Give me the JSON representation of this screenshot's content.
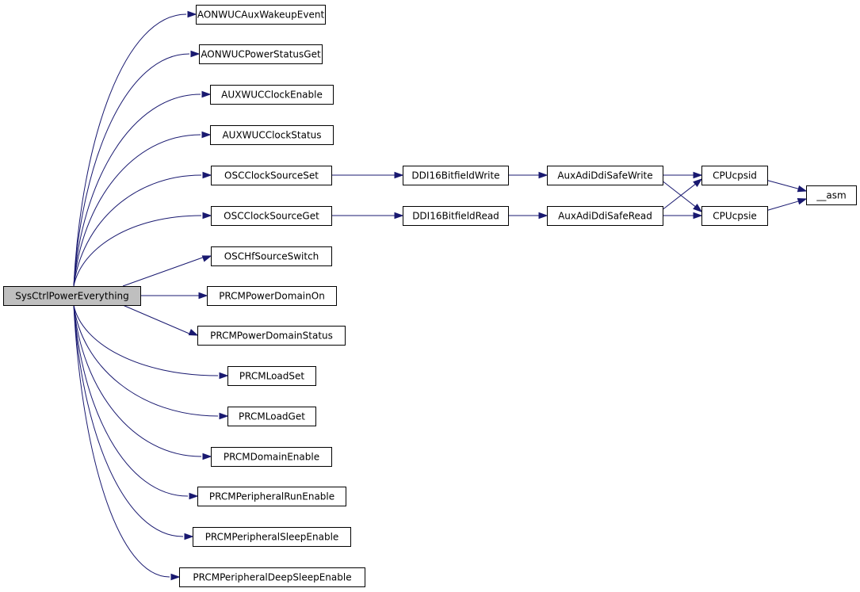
{
  "graph": {
    "edge_color": "#191970",
    "root_fill": "#bfbfbf",
    "nodes": [
      {
        "id": "root",
        "label": "SysCtrlPowerEverything",
        "root": true
      },
      {
        "id": "n1",
        "label": "AONWUCAuxWakeupEvent"
      },
      {
        "id": "n2",
        "label": "AONWUCPowerStatusGet"
      },
      {
        "id": "n3",
        "label": "AUXWUCClockEnable"
      },
      {
        "id": "n4",
        "label": "AUXWUCClockStatus"
      },
      {
        "id": "n5",
        "label": "OSCClockSourceSet"
      },
      {
        "id": "n6",
        "label": "OSCClockSourceGet"
      },
      {
        "id": "n7",
        "label": "OSCHfSourceSwitch"
      },
      {
        "id": "n8",
        "label": "PRCMPowerDomainOn"
      },
      {
        "id": "n9",
        "label": "PRCMPowerDomainStatus"
      },
      {
        "id": "n10",
        "label": "PRCMLoadSet"
      },
      {
        "id": "n11",
        "label": "PRCMLoadGet"
      },
      {
        "id": "n12",
        "label": "PRCMDomainEnable"
      },
      {
        "id": "n13",
        "label": "PRCMPeripheralRunEnable"
      },
      {
        "id": "n14",
        "label": "PRCMPeripheralSleepEnable"
      },
      {
        "id": "n15",
        "label": "PRCMPeripheralDeepSleepEnable"
      },
      {
        "id": "d16w",
        "label": "DDI16BitfieldWrite"
      },
      {
        "id": "d16r",
        "label": "DDI16BitfieldRead"
      },
      {
        "id": "asw",
        "label": "AuxAdiDdiSafeWrite"
      },
      {
        "id": "asr",
        "label": "AuxAdiDdiSafeRead"
      },
      {
        "id": "cpsid",
        "label": "CPUcpsid"
      },
      {
        "id": "cpsie",
        "label": "CPUcpsie"
      },
      {
        "id": "asm",
        "label": "__asm"
      }
    ],
    "edges": [
      [
        "root",
        "n1"
      ],
      [
        "root",
        "n2"
      ],
      [
        "root",
        "n3"
      ],
      [
        "root",
        "n4"
      ],
      [
        "root",
        "n5"
      ],
      [
        "root",
        "n6"
      ],
      [
        "root",
        "n7"
      ],
      [
        "root",
        "n8"
      ],
      [
        "root",
        "n9"
      ],
      [
        "root",
        "n10"
      ],
      [
        "root",
        "n11"
      ],
      [
        "root",
        "n12"
      ],
      [
        "root",
        "n13"
      ],
      [
        "root",
        "n14"
      ],
      [
        "root",
        "n15"
      ],
      [
        "n5",
        "d16w"
      ],
      [
        "n6",
        "d16r"
      ],
      [
        "d16w",
        "asw"
      ],
      [
        "d16r",
        "asr"
      ],
      [
        "asw",
        "cpsid"
      ],
      [
        "asw",
        "cpsie"
      ],
      [
        "asr",
        "cpsid"
      ],
      [
        "asr",
        "cpsie"
      ],
      [
        "cpsid",
        "asm"
      ],
      [
        "cpsie",
        "asm"
      ]
    ]
  }
}
